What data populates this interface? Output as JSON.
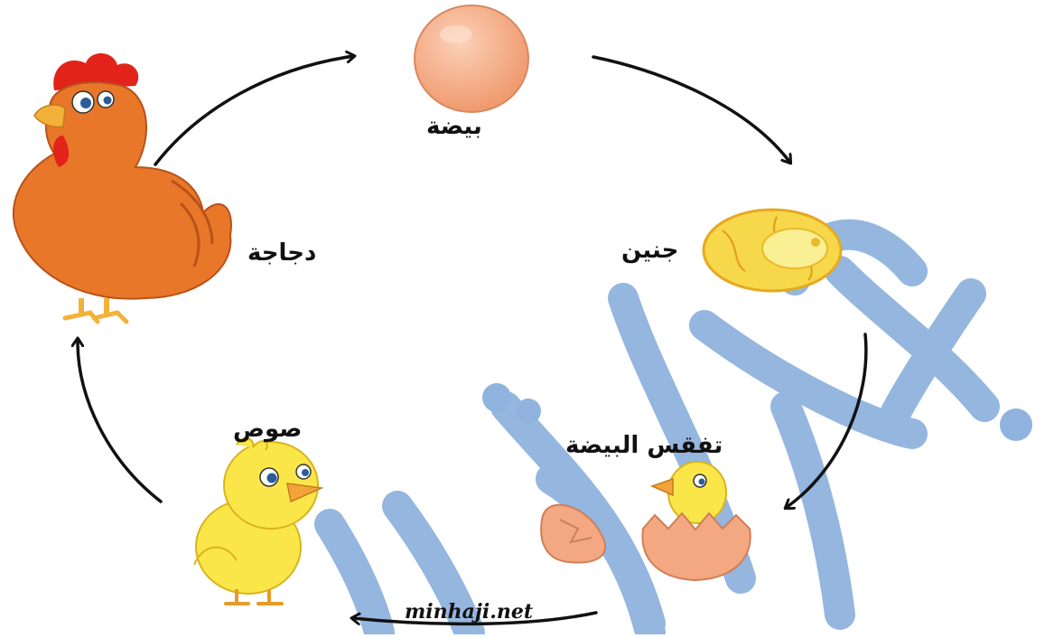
{
  "stages": {
    "egg": "بيضة",
    "embryo": "جنين",
    "hatching": "تفقس البيضة",
    "chick": "صوص",
    "hen": "دجاجة"
  },
  "watermark": "minhaji.net",
  "colors": {
    "background": "#ffffff",
    "arrow": "#111111",
    "calligraphy_watermark": "#8fb3de",
    "egg_shell": "#f4a882",
    "embryo_yolk": "#f6d84a",
    "chick_yellow": "#fbe64a",
    "hen_orange": "#e8772a",
    "comb_red": "#e2231a"
  },
  "icons": [
    "egg-icon",
    "embryo-icon",
    "hatching-chick-icon",
    "chick-icon",
    "hen-icon"
  ]
}
